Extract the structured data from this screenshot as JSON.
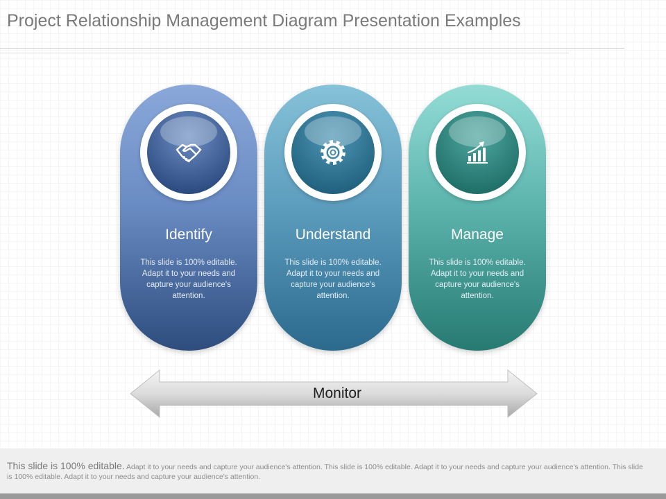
{
  "title": "Project Relationship Management Diagram Presentation Examples",
  "steps": [
    {
      "label": "Identify",
      "icon": "handshake-icon",
      "text": "This slide is 100% editable. Adapt it to your needs and capture your audience's attention."
    },
    {
      "label": "Understand",
      "icon": "gear-icon",
      "text": "This slide is 100% editable. Adapt it to your needs and capture your audience's attention."
    },
    {
      "label": "Manage",
      "icon": "growth-chart-icon",
      "text": "This slide is 100% editable. Adapt it to your needs and capture your audience's attention."
    }
  ],
  "arrow_label": "Monitor",
  "footer": {
    "lead": "This slide is 100% editable.",
    "text": "Adapt it to your needs and capture your audience's attention. This slide is 100% editable. Adapt it to your needs and capture your audience's attention. This slide is 100% editable. Adapt it to your needs and capture your audience's attention."
  },
  "colors": {
    "identify": "#4f6fa8",
    "understand": "#3f86a8",
    "manage": "#3a9a92"
  }
}
